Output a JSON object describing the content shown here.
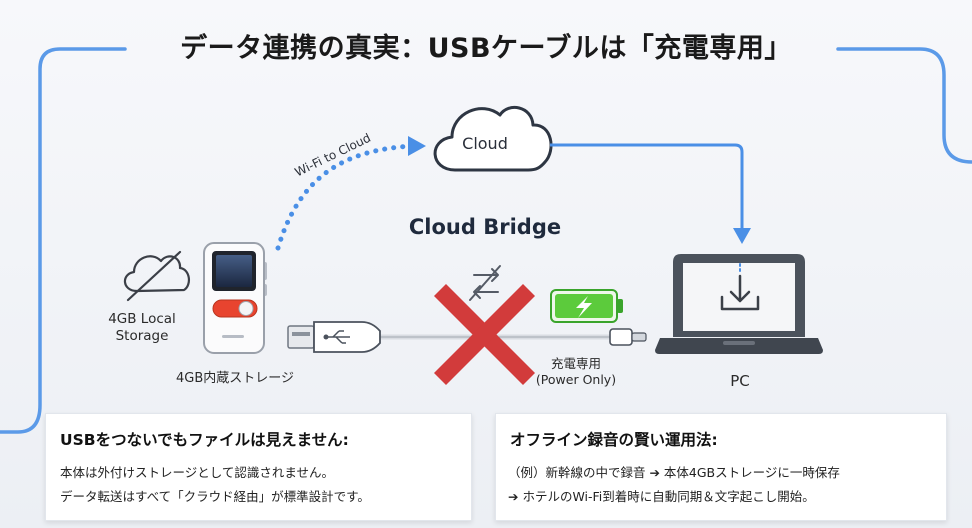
{
  "title": "データ連携の真実：USBケーブルは「充電専用」",
  "labels": {
    "cloud": "Cloud",
    "wifi_to_cloud": "Wi-Fi to Cloud",
    "cloud_bridge": "Cloud Bridge",
    "local_storage": "4GB Local Storage",
    "internal_storage": "4GB内蔵ストレージ",
    "charge_only": "充電専用 (Power Only)",
    "pc": "PC"
  },
  "colors": {
    "accent_blue": "#4a8fe6",
    "cross_red": "#d23b3b",
    "battery_green": "#5ccb3c",
    "recorder_toggle": "#e8442f"
  },
  "cards": {
    "left": {
      "title": "USBをつないでもファイルは見えません:",
      "line1": "本体は外付けストレージとして認識されません。",
      "line2": "データ転送はすべて「クラウド経由」が標準設計です。"
    },
    "right": {
      "title": "オフライン録音の賢い運用法:",
      "line1": "（例）新幹線の中で録音 ➔ 本体4GBストレージに一時保存",
      "line2": "➔ ホテルのWi-Fi到着時に自動同期＆文字起こし開始。"
    }
  },
  "icons": [
    "cloud-off-icon",
    "cloud-icon",
    "recorder-device-icon",
    "usb-plug-icon",
    "no-sync-icon",
    "battery-charging-icon",
    "laptop-icon",
    "download-icon"
  ]
}
